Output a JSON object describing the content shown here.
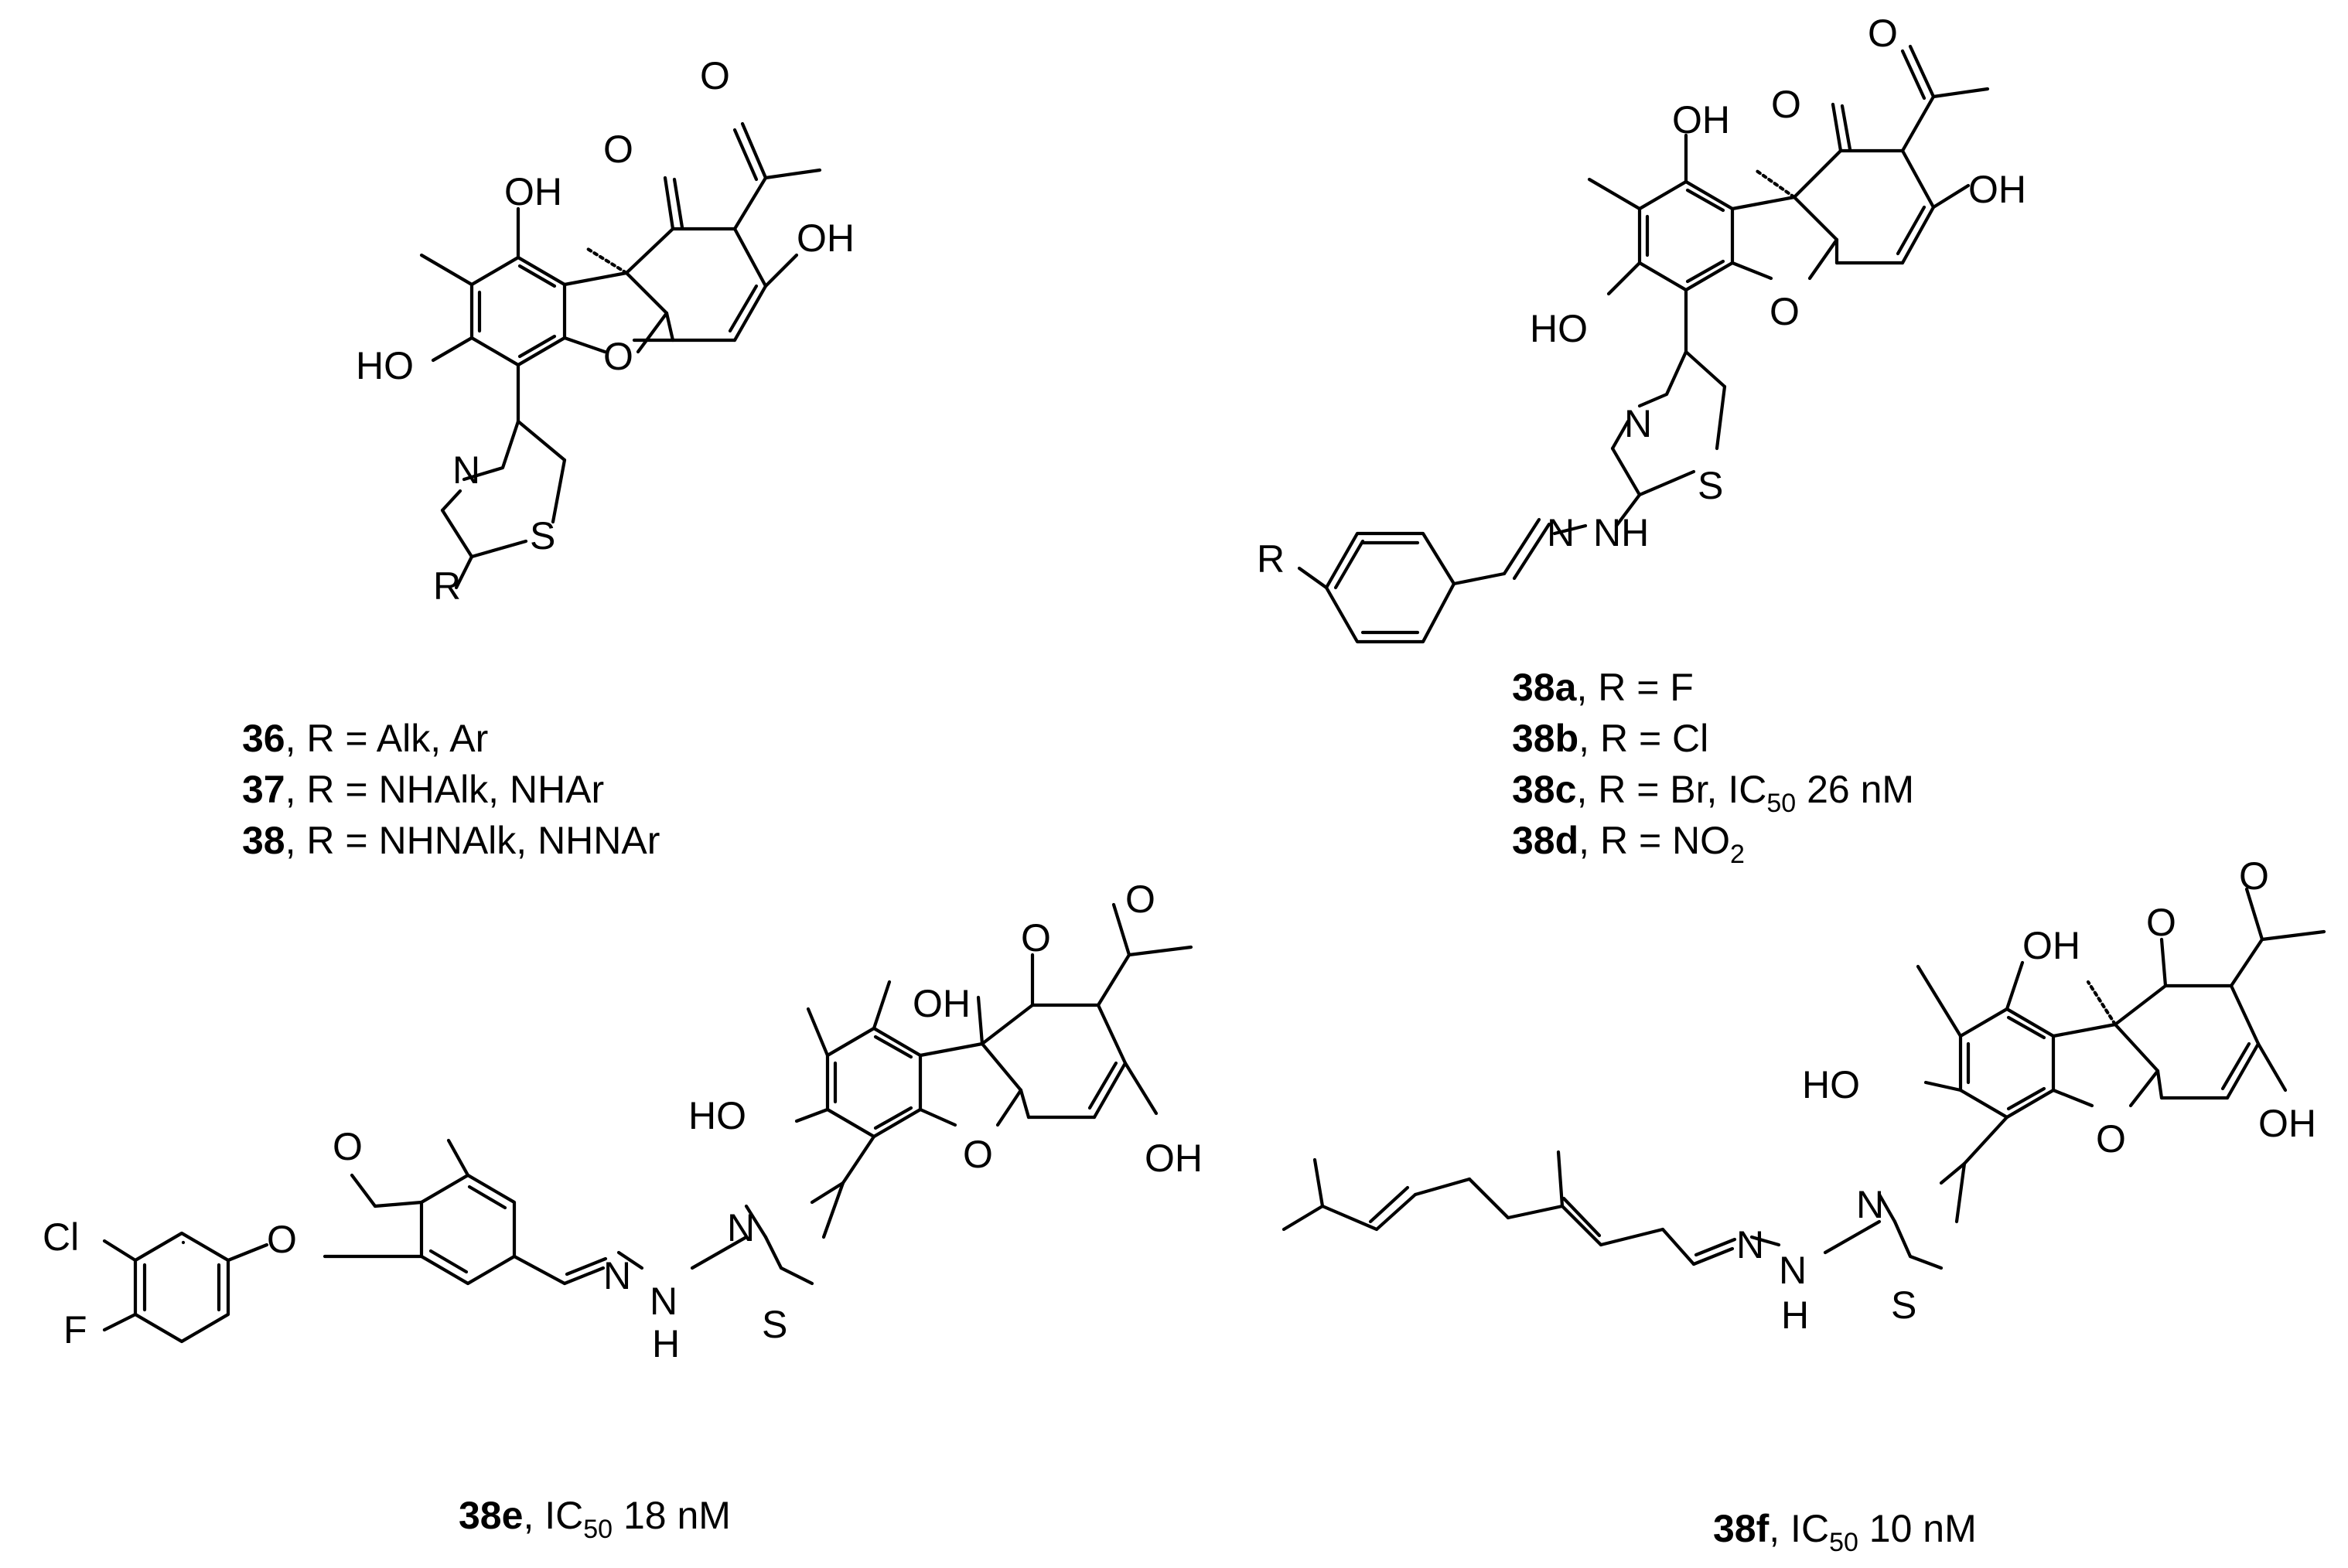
{
  "atoms": {
    "OH": "OH",
    "HO": "HO",
    "O": "O",
    "N": "N",
    "S": "S",
    "R": "R",
    "NH": "NH",
    "H": "H",
    "Cl": "Cl",
    "F": "F"
  },
  "captions": {
    "c36": {
      "id": "36",
      "text": ", R = Alk, Ar"
    },
    "c37": {
      "id": "37",
      "text": ", R = NHAlk, NHAr"
    },
    "c38": {
      "id": "38",
      "text": ", R = NHNAlk, NHNAr"
    },
    "c38a": {
      "id": "38a",
      "text": ", R = F"
    },
    "c38b": {
      "id": "38b",
      "text": ", R = Cl"
    },
    "c38c": {
      "id": "38c",
      "text": ", R = Br, IC",
      "sub": "50",
      "tail": " 26 nM"
    },
    "c38d": {
      "id": "38d",
      "text": ", R = NO",
      "sub": "2"
    },
    "c38e": {
      "id": "38e",
      "text": ", IC",
      "sub": "50",
      "tail": " 18 nM"
    },
    "c38f": {
      "id": "38f",
      "text": ", IC",
      "sub": "50",
      "tail": " 10 nM"
    }
  }
}
